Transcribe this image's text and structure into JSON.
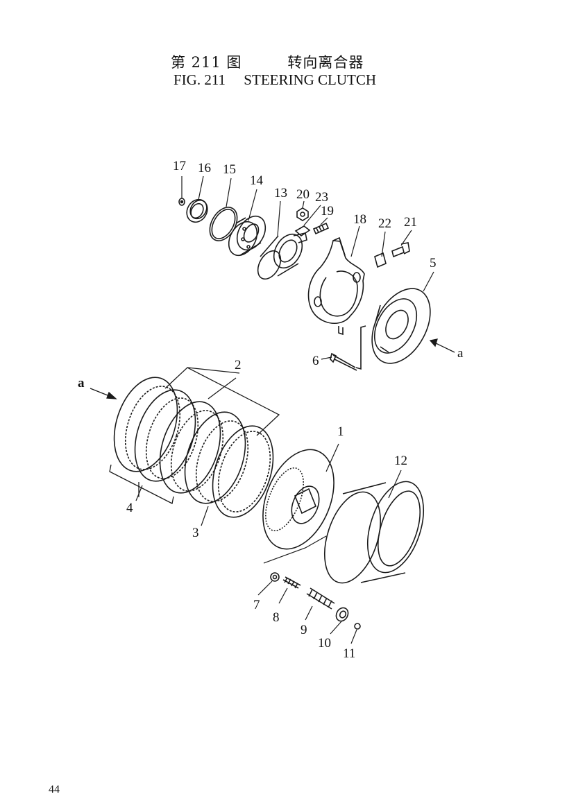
{
  "header": {
    "title_cn": "第 211 图　　　转向离合器",
    "title_en": "FIG. 211　 STEERING CLUTCH"
  },
  "callouts": {
    "c1": "1",
    "c2": "2",
    "c3": "3",
    "c4": "4",
    "c5": "5",
    "c6": "6",
    "c7": "7",
    "c8": "8",
    "c9": "9",
    "c10": "10",
    "c11": "11",
    "c12": "12",
    "c13": "13",
    "c14": "14",
    "c15": "15",
    "c16": "16",
    "c17": "17",
    "c18": "18",
    "c19": "19",
    "c20": "20",
    "c21": "21",
    "c22": "22",
    "c23": "23",
    "view_a_left": "a",
    "view_a_right": "a"
  },
  "footer": {
    "page_number": "44"
  }
}
